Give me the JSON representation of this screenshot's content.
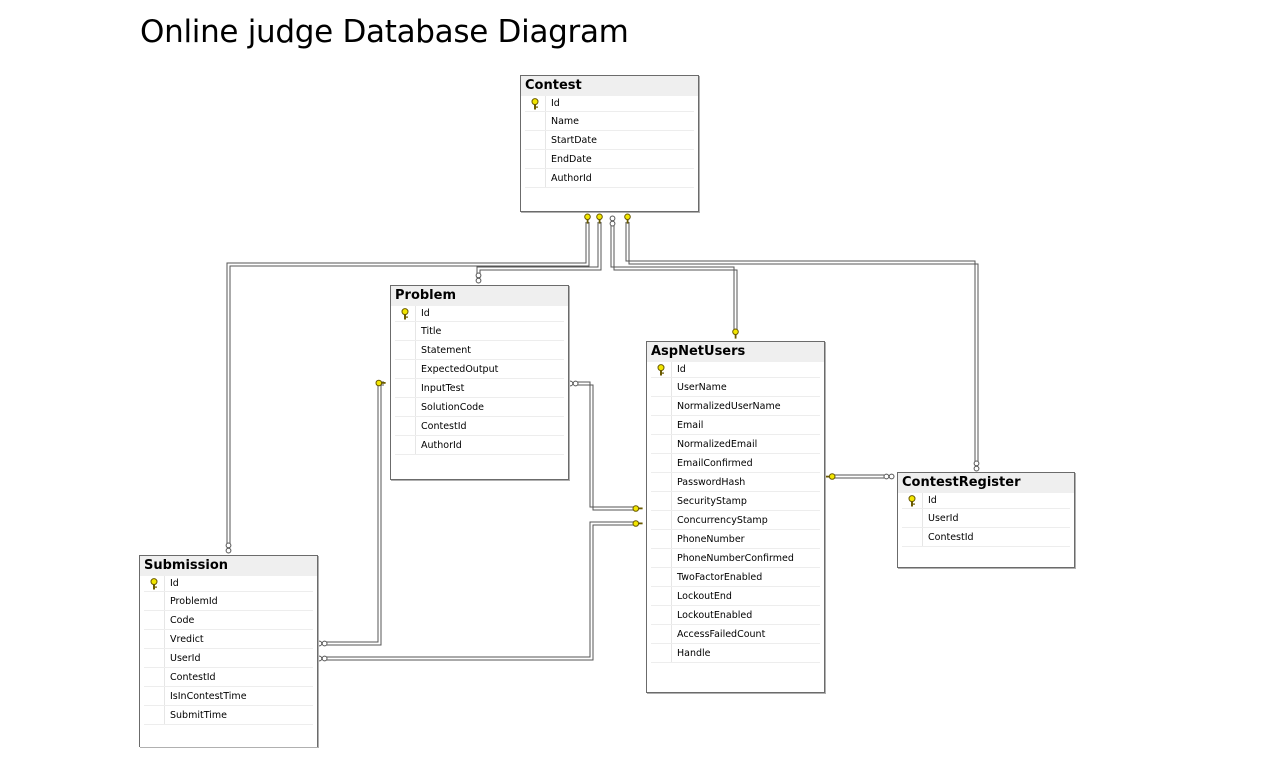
{
  "title": "Online judge Database Diagram",
  "tables": {
    "contest": {
      "name": "Contest",
      "columns": [
        "Id",
        "Name",
        "StartDate",
        "EndDate",
        "AuthorId"
      ],
      "key_column": "Id"
    },
    "problem": {
      "name": "Problem",
      "columns": [
        "Id",
        "Title",
        "Statement",
        "ExpectedOutput",
        "InputTest",
        "SolutionCode",
        "ContestId",
        "AuthorId"
      ],
      "key_column": "Id"
    },
    "aspnetusers": {
      "name": "AspNetUsers",
      "columns": [
        "Id",
        "UserName",
        "NormalizedUserName",
        "Email",
        "NormalizedEmail",
        "EmailConfirmed",
        "PasswordHash",
        "SecurityStamp",
        "ConcurrencyStamp",
        "PhoneNumber",
        "PhoneNumberConfirmed",
        "TwoFactorEnabled",
        "LockoutEnd",
        "LockoutEnabled",
        "AccessFailedCount",
        "Handle"
      ],
      "key_column": "Id"
    },
    "contestregister": {
      "name": "ContestRegister",
      "columns": [
        "Id",
        "UserId",
        "ContestId"
      ],
      "key_column": "Id"
    },
    "submission": {
      "name": "Submission",
      "columns": [
        "Id",
        "ProblemId",
        "Code",
        "Vredict",
        "UserId",
        "ContestId",
        "IsInContestTime",
        "SubmitTime"
      ],
      "key_column": "Id"
    }
  },
  "relationships": [
    {
      "from": "Submission",
      "to": "Contest"
    },
    {
      "from": "Problem",
      "to": "Contest"
    },
    {
      "from": "Contest",
      "to": "AspNetUsers"
    },
    {
      "from": "ContestRegister",
      "to": "Contest"
    },
    {
      "from": "Submission",
      "to": "Problem"
    },
    {
      "from": "Submission",
      "to": "AspNetUsers"
    },
    {
      "from": "Problem",
      "to": "AspNetUsers"
    },
    {
      "from": "ContestRegister",
      "to": "AspNetUsers"
    }
  ],
  "colors": {
    "line": "#555555",
    "key": "#f2e600",
    "key_outline": "#6a5a00",
    "header_bg": "#efefef"
  }
}
